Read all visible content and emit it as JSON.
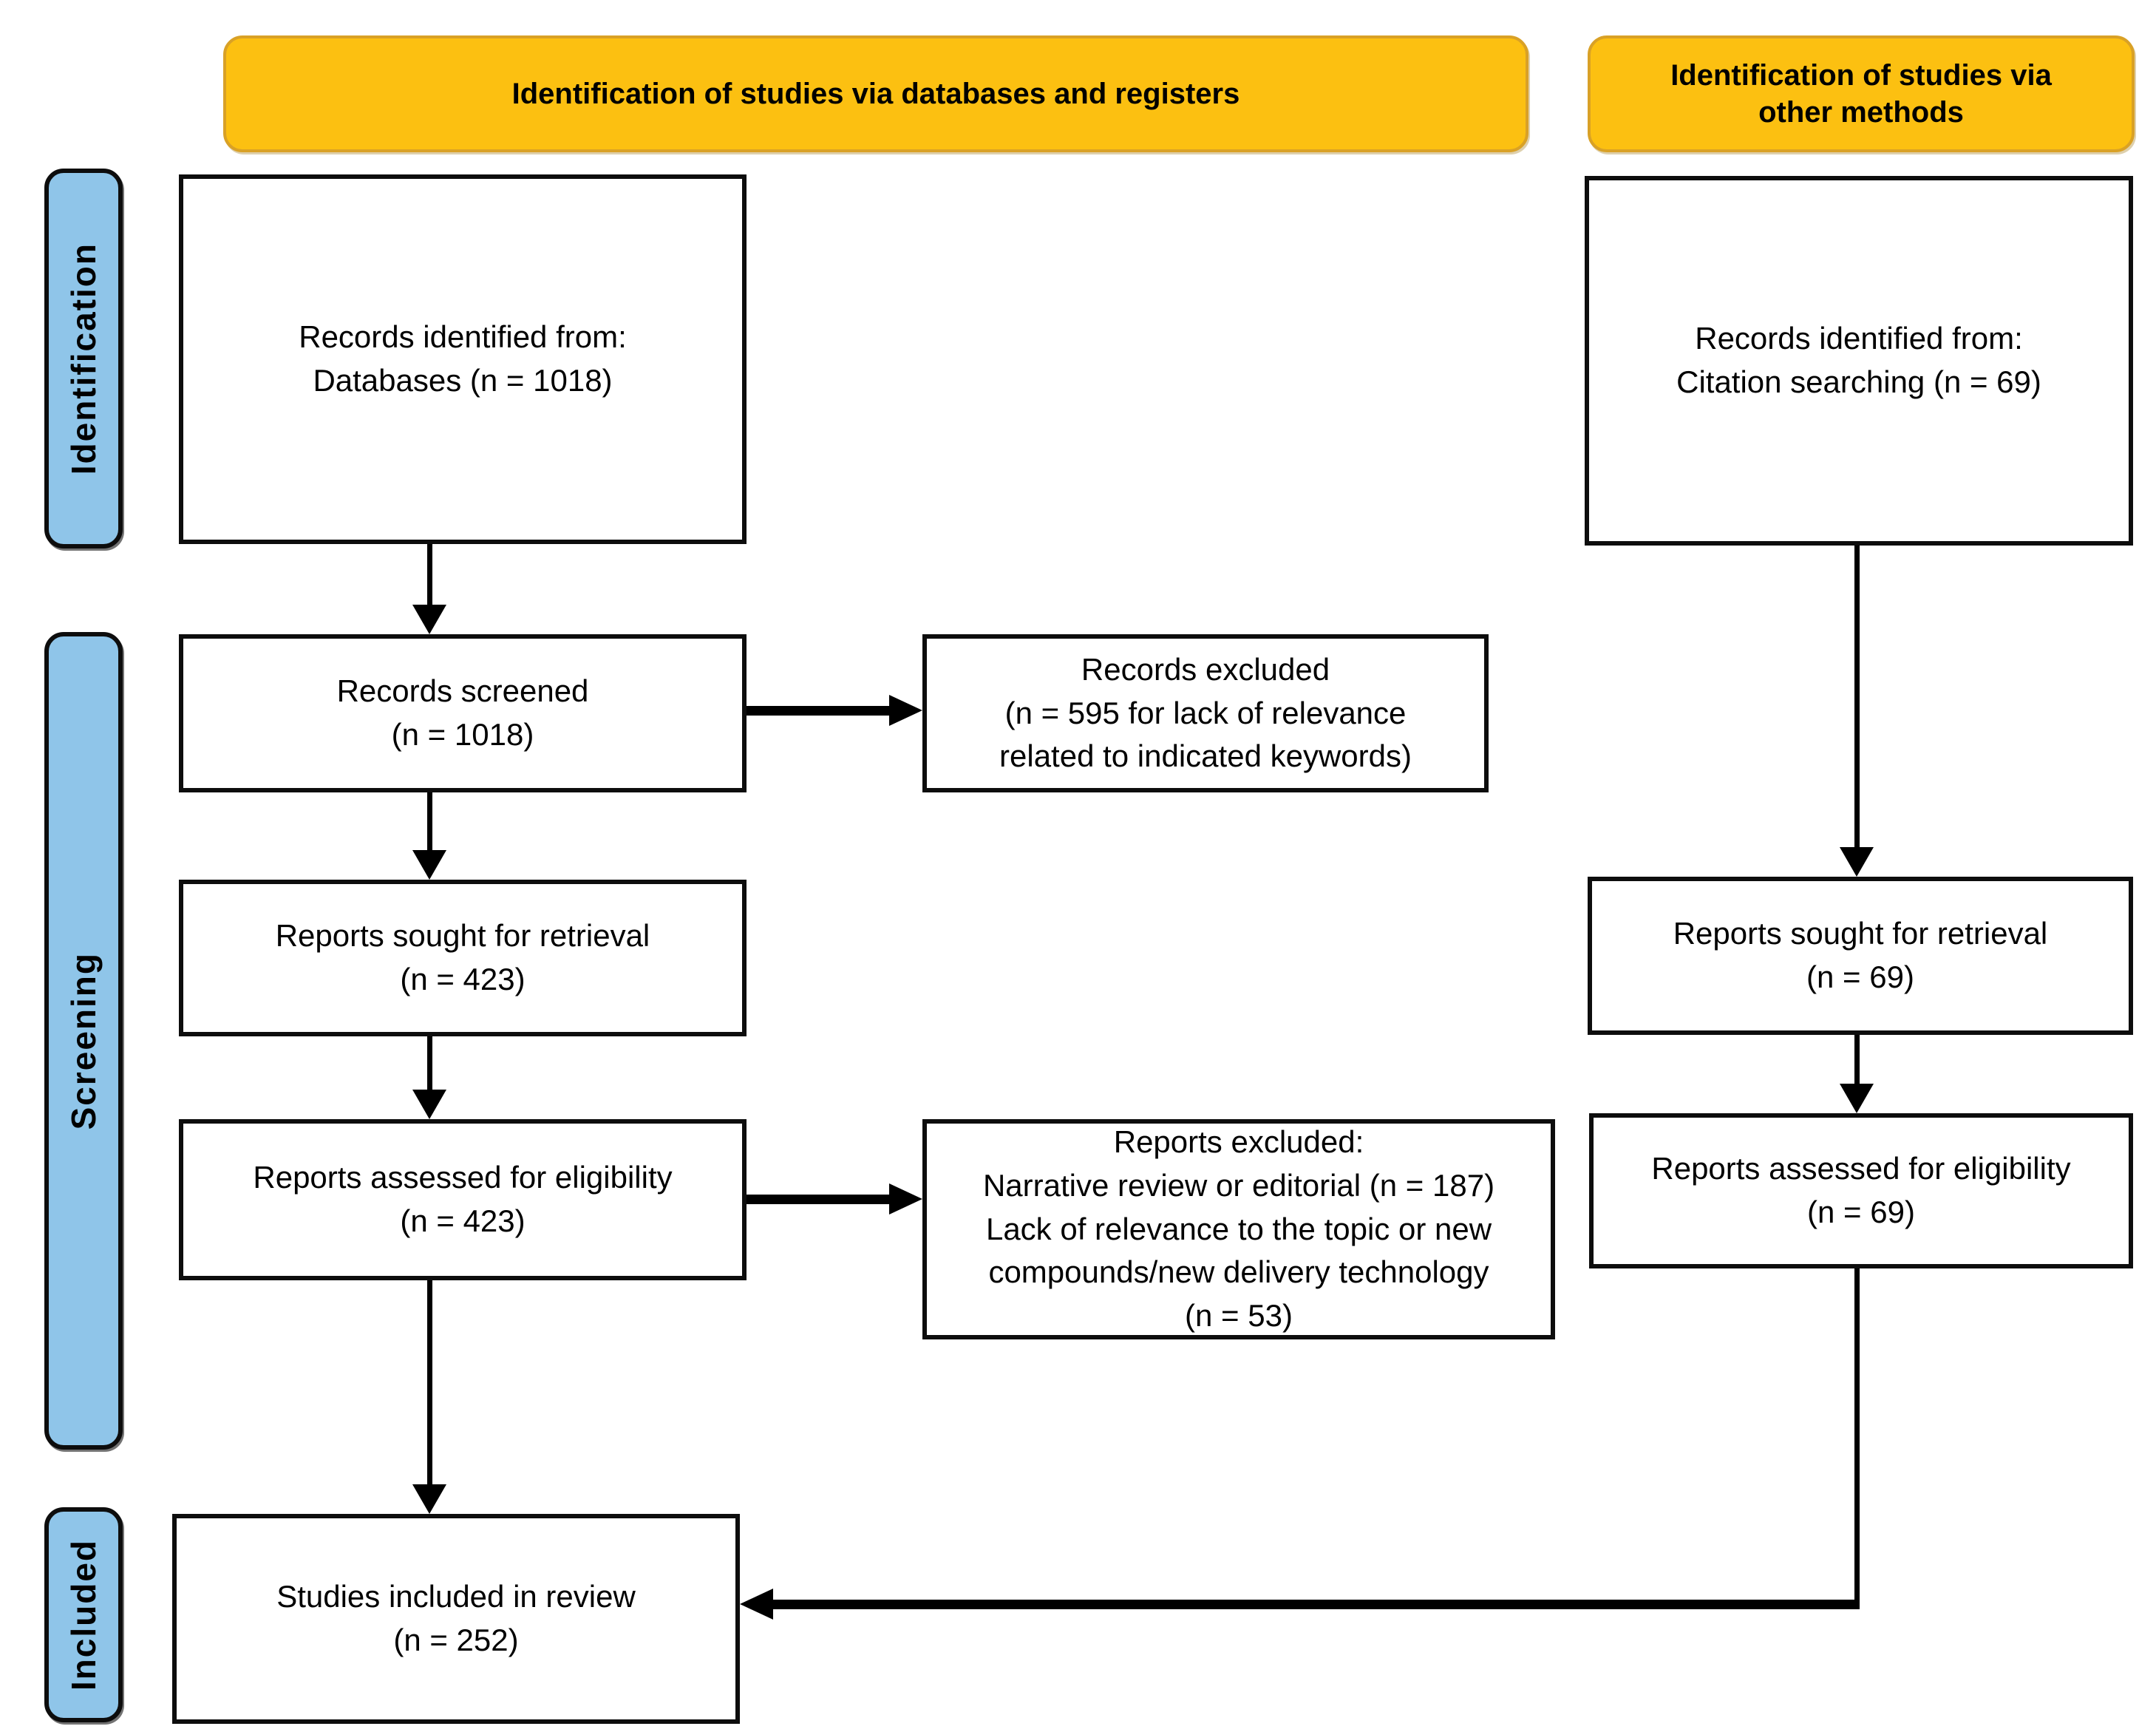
{
  "headers": {
    "databases": "Identification of studies via databases and registers",
    "other_methods": "Identification of studies via\nother methods"
  },
  "stage_labels": {
    "identification": "Identification",
    "screening": "Screening",
    "included": "Included"
  },
  "boxes": {
    "records_identified_databases": "Records identified from:\nDatabases (n = 1018)",
    "records_screened": "Records screened\n(n = 1018)",
    "records_excluded": "Records excluded\n(n = 595 for lack of relevance\nrelated to indicated keywords)",
    "reports_sought_databases": "Reports sought for retrieval\n(n = 423)",
    "reports_assessed_databases": "Reports assessed for eligibility\n(n = 423)",
    "reports_excluded": "Reports excluded:\nNarrative review or editorial (n = 187)\nLack of relevance to the topic or new\ncompounds/new delivery technology\n(n = 53)",
    "studies_included": "Studies included in review\n(n = 252)",
    "records_identified_citation": "Records identified from:\nCitation searching (n = 69)",
    "reports_sought_other": "Reports sought for retrieval\n(n = 69)",
    "reports_assessed_other": "Reports assessed for eligibility\n(n = 69)"
  },
  "colors": {
    "header_fill": "#FCC011",
    "header_border": "#D9A126",
    "stage_fill": "#8FC5E9",
    "box_border": "#0d0d0d",
    "line": "#000000",
    "background": "#ffffff"
  }
}
